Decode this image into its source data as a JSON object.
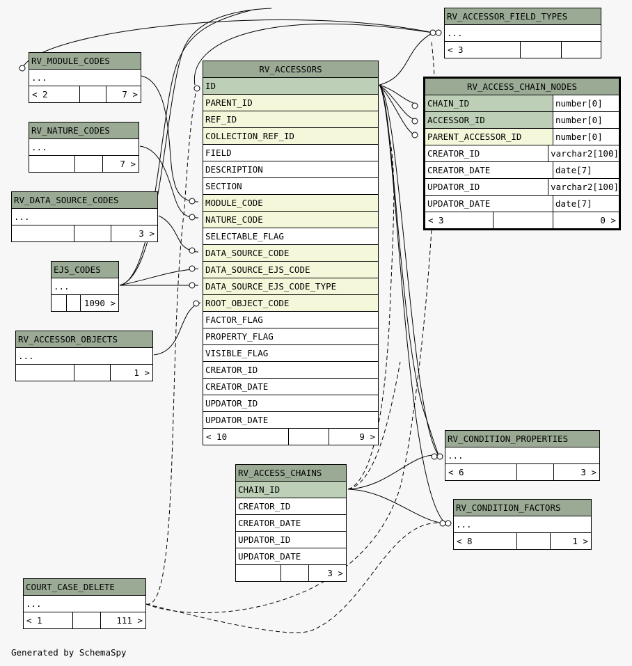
{
  "tables": {
    "rv_accessors": {
      "name": "RV_ACCESSORS",
      "columns": [
        "ID",
        "PARENT_ID",
        "REF_ID",
        "COLLECTION_REF_ID",
        "FIELD",
        "DESCRIPTION",
        "SECTION",
        "MODULE_CODE",
        "NATURE_CODE",
        "SELECTABLE_FLAG",
        "DATA_SOURCE_CODE",
        "DATA_SOURCE_EJS_CODE",
        "DATA_SOURCE_EJS_CODE_TYPE",
        "ROOT_OBJECT_CODE",
        "FACTOR_FLAG",
        "PROPERTY_FLAG",
        "VISIBLE_FLAG",
        "CREATOR_ID",
        "CREATOR_DATE",
        "UPDATOR_ID",
        "UPDATOR_DATE"
      ],
      "footer": [
        "< 10",
        "",
        "9 >"
      ]
    },
    "rv_accessor_field_types": {
      "name": "RV_ACCESSOR_FIELD_TYPES",
      "ellipsis": "...",
      "footer": [
        "< 3",
        "",
        ""
      ]
    },
    "rv_access_chain_nodes": {
      "name": "RV_ACCESS_CHAIN_NODES",
      "columns": [
        {
          "name": "CHAIN_ID",
          "type": "number[0]"
        },
        {
          "name": "ACCESSOR_ID",
          "type": "number[0]"
        },
        {
          "name": "PARENT_ACCESSOR_ID",
          "type": "number[0]"
        },
        {
          "name": "CREATOR_ID",
          "type": "varchar2[100]"
        },
        {
          "name": "CREATOR_DATE",
          "type": "date[7]"
        },
        {
          "name": "UPDATOR_ID",
          "type": "varchar2[100]"
        },
        {
          "name": "UPDATOR_DATE",
          "type": "date[7]"
        }
      ],
      "footer": [
        "< 3",
        "",
        "0 >"
      ]
    },
    "rv_module_codes": {
      "name": "RV_MODULE_CODES",
      "ellipsis": "...",
      "footer": [
        "< 2",
        "",
        "7 >"
      ]
    },
    "rv_nature_codes": {
      "name": "RV_NATURE_CODES",
      "ellipsis": "...",
      "footer": [
        "",
        "",
        "7 >"
      ]
    },
    "rv_data_source_codes": {
      "name": "RV_DATA_SOURCE_CODES",
      "ellipsis": "...",
      "footer": [
        "",
        "",
        "3 >"
      ]
    },
    "ejs_codes": {
      "name": "EJS_CODES",
      "ellipsis": "...",
      "footer": [
        "",
        "",
        "1090 >"
      ]
    },
    "rv_accessor_objects": {
      "name": "RV_ACCESSOR_OBJECTS",
      "ellipsis": "...",
      "footer": [
        "",
        "",
        "1 >"
      ]
    },
    "rv_access_chains": {
      "name": "RV_ACCESS_CHAINS",
      "columns": [
        "CHAIN_ID",
        "CREATOR_ID",
        "CREATOR_DATE",
        "UPDATOR_ID",
        "UPDATOR_DATE"
      ],
      "footer": [
        "",
        "",
        "3 >"
      ]
    },
    "rv_condition_properties": {
      "name": "RV_CONDITION_PROPERTIES",
      "ellipsis": "...",
      "footer": [
        "< 6",
        "",
        "3 >"
      ]
    },
    "rv_condition_factors": {
      "name": "RV_CONDITION_FACTORS",
      "ellipsis": "...",
      "footer": [
        "< 8",
        "",
        "1 >"
      ]
    },
    "court_case_delete": {
      "name": "COURT_CASE_DELETE",
      "ellipsis": "...",
      "footer": [
        "< 1",
        "",
        "111 >"
      ]
    }
  },
  "generated_by": "Generated by SchemaSpy",
  "colors": {
    "header": "#9aaa95",
    "primary_key": "#bdcfb6",
    "foreign_key": "#f4f7da",
    "background": "#f7f7f7"
  }
}
